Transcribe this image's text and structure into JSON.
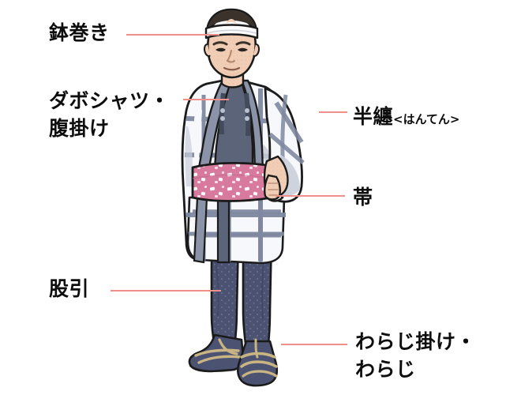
{
  "diagram": {
    "title": "matsuri-festival-attire-labeled-diagram",
    "background_color": "#ffffff",
    "leader_line_color": "#f0908c",
    "label_text_color": "#0d0d0d"
  },
  "labels": [
    {
      "id": "hachimaki",
      "line1": "鉢巻き",
      "line2": "",
      "sub": "",
      "side": "left"
    },
    {
      "id": "dabo",
      "line1": "ダボシャツ・",
      "line2": "腹掛け",
      "sub": "",
      "side": "left"
    },
    {
      "id": "hanten",
      "line1": "半纏",
      "line2": "",
      "sub": "<はんてん>",
      "side": "right"
    },
    {
      "id": "obi",
      "line1": "帯",
      "line2": "",
      "sub": "",
      "side": "right"
    },
    {
      "id": "momohiki",
      "line1": "股引",
      "line2": "",
      "sub": "",
      "side": "left"
    },
    {
      "id": "waraji",
      "line1": "わらじ掛け・",
      "line2": "わらじ",
      "sub": "",
      "side": "right"
    }
  ],
  "figure": {
    "name": "standing-man-in-festival-clothing",
    "colors": {
      "skin": "#f0cdb4",
      "skin_shadow": "#d9a88c",
      "hair": "#4a3f38",
      "headband": "#fbfbfb",
      "coat": "#f7f8fb",
      "coat_shadow": "#c9ced9",
      "coat_pattern": "#7e88a0",
      "bib": "#5b6478",
      "bib_dark": "#4a5264",
      "obi": "#d87a9e",
      "obi_speck": "#ffffff",
      "leggings": "#4c5272",
      "leggings_dot": "#6b7190",
      "sandal_strap": "#c8b583",
      "outline": "#1b1b1b"
    }
  }
}
